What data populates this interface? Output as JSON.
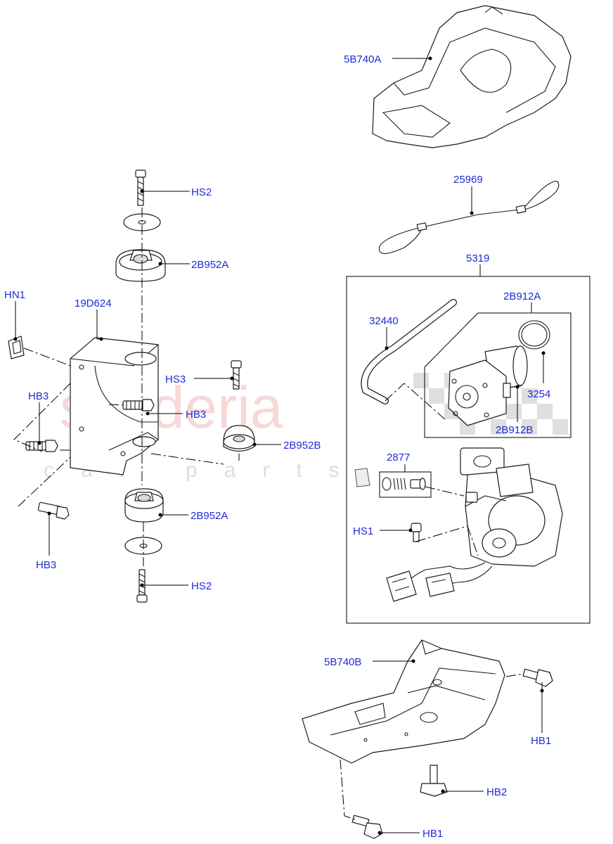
{
  "watermark": {
    "main": "scuderia",
    "sub": "car parts"
  },
  "callouts": {
    "c_5b740a": "5B740A",
    "c_25969": "25969",
    "c_5319": "5319",
    "c_hs2_top": "HS2",
    "c_2b952a_top": "2B952A",
    "c_hn1": "HN1",
    "c_19d624": "19D624",
    "c_hs3": "HS3",
    "c_hb3_left": "HB3",
    "c_hb3_mid": "HB3",
    "c_2b952b": "2B952B",
    "c_2b952a_bottom": "2B952A",
    "c_hb3_bottom": "HB3",
    "c_hs2_bottom": "HS2",
    "c_32440": "32440",
    "c_2b912a": "2B912A",
    "c_3254": "3254",
    "c_2b912b": "2B912B",
    "c_2877": "2877",
    "c_hs1": "HS1",
    "c_5b740b": "5B740B",
    "c_hb1_right": "HB1",
    "c_hb2": "HB2",
    "c_hb1_bottom": "HB1"
  }
}
